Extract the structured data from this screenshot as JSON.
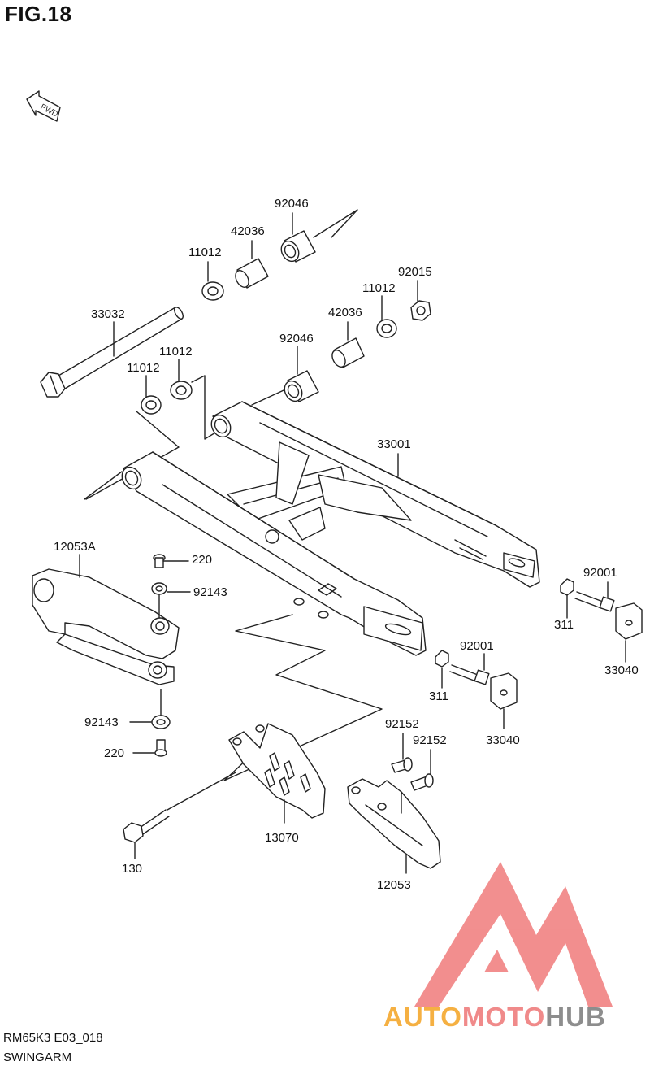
{
  "figure": {
    "title": "FIG.18",
    "model_code": "RM65K3 E03_018",
    "section_name": "SWINGARM",
    "direction_label": "FWD"
  },
  "watermark": {
    "part1": "AUTO",
    "part2": "MOTO",
    "part3": "HUB",
    "colors": {
      "auto": "#f5b042",
      "moto": "#f08a8a",
      "hub": "#8d8d8d",
      "triangle": "#f07b7b"
    }
  },
  "labels": {
    "p92046_top": "92046",
    "p42036_top": "42036",
    "p11012_top": "11012",
    "p92015": "92015",
    "p11012_mid": "11012",
    "p42036_mid": "42036",
    "p33032": "33032",
    "p92046_mid": "92046",
    "p11012_left2": "11012",
    "p11012_left1": "11012",
    "p33001": "33001",
    "p12053A": "12053A",
    "p220_top": "220",
    "p92143_top": "92143",
    "p92001_right": "92001",
    "p311_right": "311",
    "p33040_right": "33040",
    "p92001_mid": "92001",
    "p311_mid": "311",
    "p33040_mid": "33040",
    "p92143_bottom": "92143",
    "p220_bottom": "220",
    "p92152_a": "92152",
    "p92152_b": "92152",
    "p13070": "13070",
    "p130": "130",
    "p12053": "12053"
  }
}
